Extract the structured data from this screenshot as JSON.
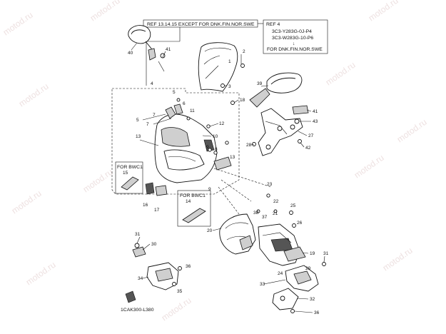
{
  "watermark": "motod.ru",
  "callouts": {
    "ref_main": "REF 13.14.15 EXCEPT FOR DNK.FIN.NOR.SWE",
    "ref4_title": "REF 4",
    "ref4_code1": "3C3-Y283G-0J-P4",
    "ref4_code2": "3C3-W283G-10-P6",
    "ref4_arrow": "↓",
    "ref4_for": "FOR DNK.FIN.NOR.SWE",
    "for_bwc1_left": "FOR BWC1",
    "for_bwc1_mid": "FOR BWC1"
  },
  "diagram_code": "1CAK300-L380",
  "labels": {
    "n1": "1",
    "n2": "2",
    "n3": "3",
    "n4": "4",
    "n5": "5",
    "n5b": "5",
    "n6": "6",
    "n7a": "7",
    "n7b": "7",
    "n8": "8",
    "n9": "9",
    "n9b": "9",
    "n10": "10",
    "n11": "11",
    "n12": "12",
    "n13a": "13",
    "n13b": "13",
    "n14": "14",
    "n15": "15",
    "n16": "16",
    "n17": "17",
    "n18": "18",
    "n19": "19",
    "n20": "20",
    "n21": "21",
    "n22": "22",
    "n23": "23",
    "n24": "24",
    "n25": "25",
    "n26": "26",
    "n27": "27",
    "n28": "28",
    "n29": "29",
    "n30": "30",
    "n31a": "31",
    "n31b": "31",
    "n32": "32",
    "n33": "33",
    "n34": "34",
    "n35": "35",
    "n36a": "36",
    "n36b": "36",
    "n37": "37",
    "n38": "38",
    "n39": "39",
    "n40": "40",
    "n41a": "41",
    "n41b": "41",
    "n42": "42",
    "n43": "43"
  }
}
